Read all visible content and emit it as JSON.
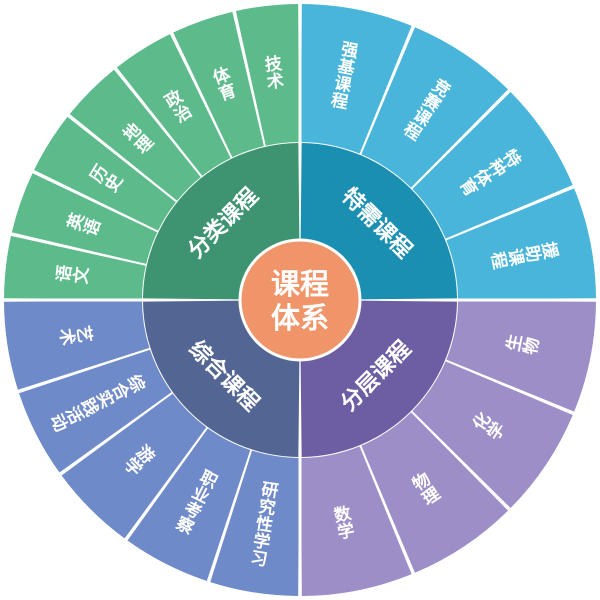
{
  "center": {
    "line1": "课程",
    "line2": "体系",
    "color": "#F0956A"
  },
  "quadrants": [
    {
      "key": "comprehensive",
      "name": "综合课程",
      "inner_color": "#536592",
      "outer_color": "#6F8AC9",
      "items": [
        "艺术",
        "综合实践活动",
        "游学",
        "职业考察",
        "研究性学习"
      ]
    },
    {
      "key": "tiered",
      "name": "分层课程",
      "inner_color": "#6D5EA3",
      "outer_color": "#9E8EC8",
      "items": [
        "数学",
        "物理",
        "化学",
        "生物"
      ]
    },
    {
      "key": "special-needs",
      "name": "特需课程",
      "inner_color": "#1B8FB2",
      "outer_color": "#49B5DA",
      "items": [
        "援助课程",
        "特种体育",
        "竞赛课程",
        "强基课程"
      ]
    },
    {
      "key": "classified",
      "name": "分类课程",
      "inner_color": "#3E9470",
      "outer_color": "#5DBB8B",
      "items": [
        "技术",
        "体育",
        "政治",
        "地理",
        "历史",
        "英语",
        "语文"
      ]
    }
  ],
  "divider_color": "#ffffff"
}
